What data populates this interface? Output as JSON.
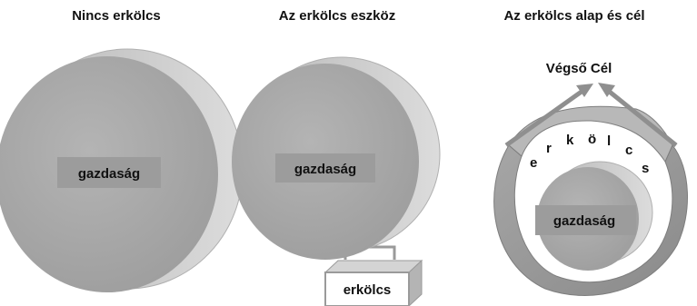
{
  "panels": [
    {
      "title": "Nincs erkölcs",
      "label": "gazdaság"
    },
    {
      "title": "Az erkölcs eszköz",
      "label": "gazdaság",
      "box_label": "erkölcs"
    },
    {
      "title": "Az erkölcs alap és cél",
      "label": "gazdaság",
      "goal": "Végső Cél",
      "arc_letters": [
        "e",
        "r",
        "k",
        "ö",
        "l",
        "c",
        "s"
      ]
    }
  ],
  "colors": {
    "disk_face": "#a8a8a8",
    "disk_side": "#cacaca",
    "label_box": "#9c9c9c",
    "ring": "#9a9a9a",
    "arrow": "#8f8f8f"
  }
}
